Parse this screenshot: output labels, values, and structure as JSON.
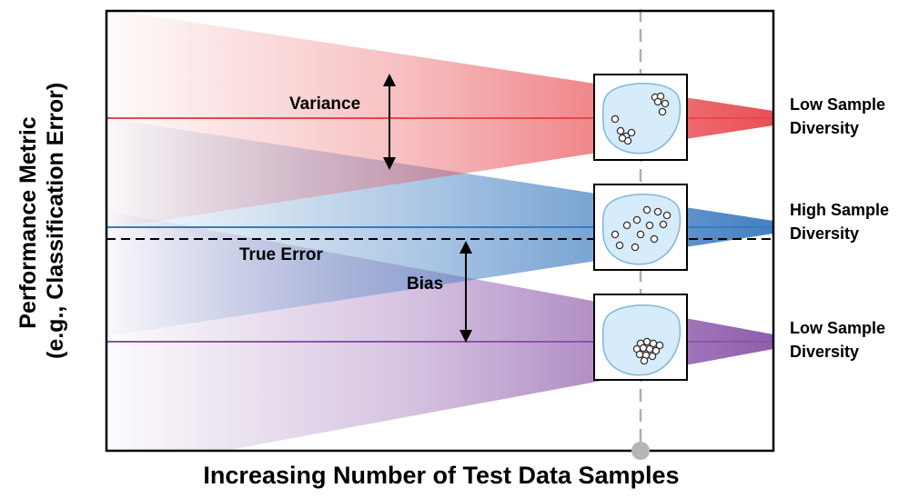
{
  "diagram": {
    "x_axis_label": "Increasing Number of Test Data Samples",
    "y_axis_label_line1": "Performance Metric",
    "y_axis_label_line2": "(e.g., Classification Error)",
    "annotations": {
      "variance": "Variance",
      "true_error": "True Error",
      "bias": "Bias"
    },
    "series": [
      {
        "label_line1": "Low Sample",
        "label_line2": "Diversity",
        "color": "#e8474c"
      },
      {
        "label_line1": "High Sample",
        "label_line2": "Diversity",
        "color": "#3a7abf"
      },
      {
        "label_line1": "Low Sample",
        "label_line2": "Diversity",
        "color": "#8a55a8"
      }
    ],
    "true_error_line_color": "#000000",
    "marker_line_color": "#b0b0b0",
    "blob_color": "#d6ecfa"
  }
}
